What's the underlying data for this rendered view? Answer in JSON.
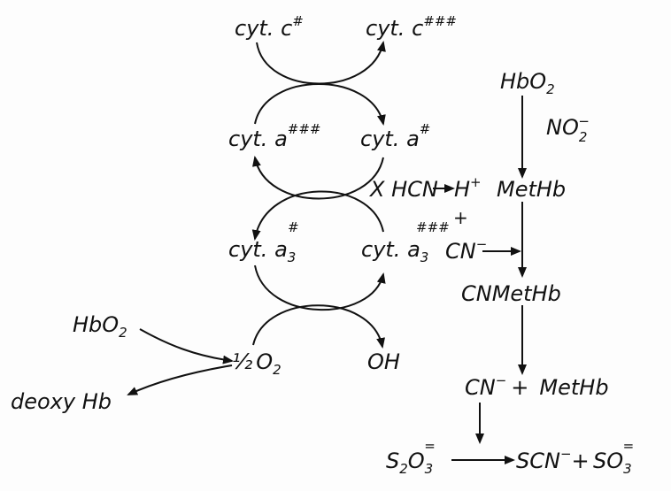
{
  "labels": {
    "cytc_red_base": "cyt. c",
    "cytc_red_sup": "#",
    "cytc_ox_base": "cyt. c",
    "cytc_ox_sup": "###",
    "cyta_ox_base": "cyt. a",
    "cyta_ox_sup": "###",
    "cyta_red_base": "cyt. a",
    "cyta_red_sup": "#",
    "cyta3_red_base": "cyt. a",
    "cyta3_red_sub": "3",
    "cyta3_red_sup": "#",
    "cyta3_ox_base": "cyt. a",
    "cyta3_ox_sub": "3",
    "cyta3_ox_sup": "###",
    "hbo2_left_base": "HbO",
    "hbo2_left_sub": "2",
    "half_o2_frac": "½",
    "half_o2_o": "O",
    "half_o2_sub": "2",
    "oh": "OH",
    "deoxy_hb": "deoxy Hb",
    "hbo2_right_base": "HbO",
    "hbo2_right_sub": "2",
    "no2_base": "NO",
    "no2_sub": "2",
    "no2_sup": "−",
    "xhcn": "X HCN",
    "hplus_base": "H",
    "hplus_sup": "+",
    "methb": "MetHb",
    "plus_a": "+",
    "cn_a_base": "CN",
    "cn_a_sup": "−",
    "cnmethb": "CNMetHb",
    "cn_b_base": "CN",
    "cn_b_sup": "−",
    "cn_b_plus": "+",
    "cn_b_methb": "MetHb",
    "s2o3_s": "S",
    "s2o3_sub1": "2",
    "s2o3_o": "O",
    "s2o3_sub2": "3",
    "s2o3_sup": "=",
    "scn_base": "SCN",
    "scn_sup": "−",
    "scn_plus": "+",
    "so3_base": "SO",
    "so3_sub": "3",
    "so3_sup": "="
  }
}
